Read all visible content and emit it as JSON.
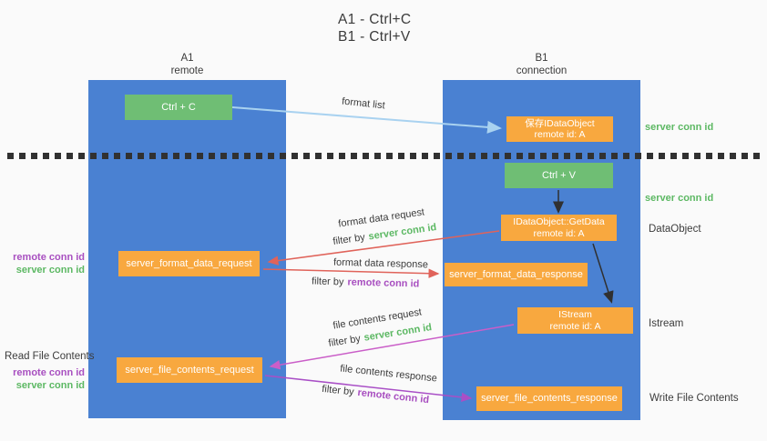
{
  "title": {
    "line1": "A1 - Ctrl+C",
    "line2": "B1 - Ctrl+V"
  },
  "lanes": {
    "left": {
      "header_line1": "A1",
      "header_line2": "remote"
    },
    "right": {
      "header_line1": "B1",
      "header_line2": "connection"
    }
  },
  "boxes": {
    "ctrl_c": "Ctrl + C",
    "ctrl_v": "Ctrl + V",
    "save_idataobject": {
      "line1": "保存IDataObject",
      "line2": "remote id: A"
    },
    "getdata": {
      "line1": "IDataObject::GetData",
      "line2": "remote id: A"
    },
    "istream": {
      "line1": "IStream",
      "line2": "remote id: A"
    },
    "format_request": "server_format_data_request",
    "format_response": "server_format_data_response",
    "file_request": "server_file_contents_request",
    "file_response": "server_file_contents_response"
  },
  "flow_labels": {
    "format_list": "format list",
    "format_data_request": "format data request",
    "format_data_response": "format data response",
    "file_contents_request": "file contents request",
    "file_contents_response": "file contents response",
    "filter_prefix_1": "filter by",
    "filter_prefix_2": "filter by",
    "filter_prefix_3": "filter by",
    "filter_prefix_4": "filter by",
    "filter_server_1": "server conn id",
    "filter_server_2": "server conn id",
    "filter_remote_1": "remote conn id",
    "filter_remote_2": "remote conn id"
  },
  "side_labels": {
    "server_conn_id_top": "server conn id",
    "server_conn_id_mid": "server conn id",
    "dataobject": "DataObject",
    "istream": "Istream",
    "write_file_contents": "Write File Contents",
    "read_file_contents": "Read File Contents",
    "pair1_remote": "remote conn id",
    "pair1_server": "server conn id",
    "pair2_remote": "remote conn id",
    "pair2_server": "server conn id"
  },
  "colors": {
    "background": "#fafafa",
    "lane_blue": "#4a81d2",
    "box_green": "#6fbe74",
    "box_orange": "#f8a83f",
    "text_green": "#5cb863",
    "text_purple": "#a84fc0",
    "arrow_red": "#e0635a",
    "arrow_light_blue": "#a9d2f0",
    "arrow_pink": "#ca5ec8",
    "arrow_purple": "#a94fc6",
    "arrow_black": "#303030",
    "divider_dark": "#313131"
  }
}
